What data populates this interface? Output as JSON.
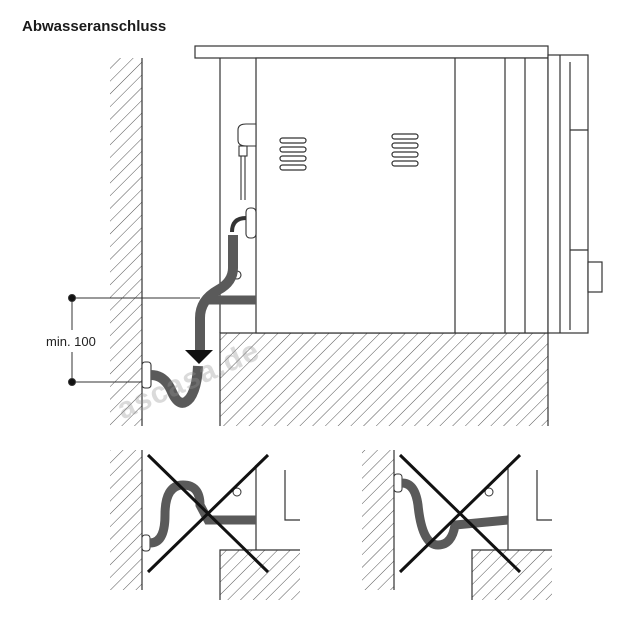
{
  "title": "Abwasseranschluss",
  "dimension_label": "min. 100",
  "watermark": "ascasa.de",
  "colors": {
    "hose": "#5a5a5a",
    "line": "#333333",
    "hatch": "#555555"
  }
}
